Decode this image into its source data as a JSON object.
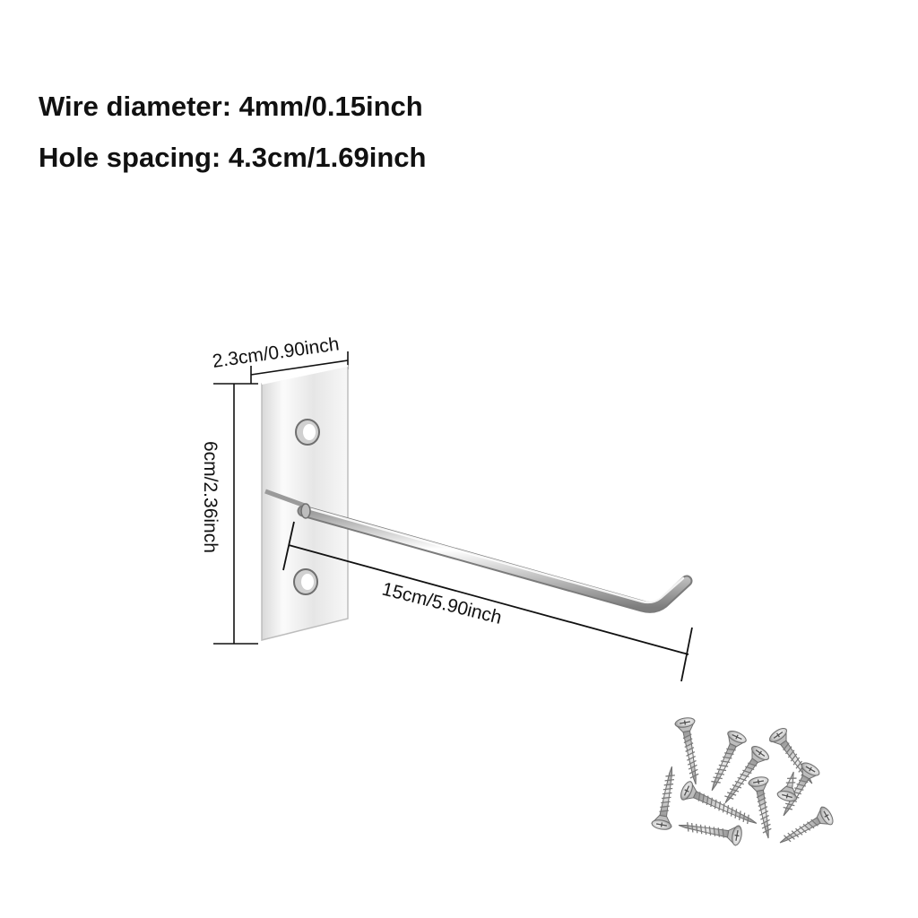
{
  "specs": {
    "wire_diameter": "Wire diameter: 4mm/0.15inch",
    "hole_spacing": "Hole spacing: 4.3cm/1.69inch"
  },
  "dimensions": {
    "width": "2.3cm/0.90inch",
    "height": "6cm/2.36inch",
    "length": "15cm/5.90inch"
  },
  "colors": {
    "text": "#111111",
    "metal_light": "#f4f4f4",
    "metal_mid": "#cfcfcf",
    "metal_dark": "#8a8a8a"
  }
}
